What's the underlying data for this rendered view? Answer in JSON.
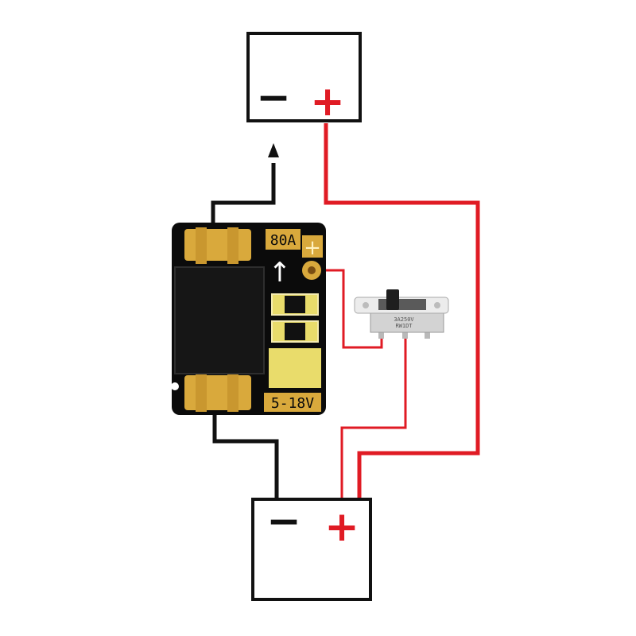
{
  "board": {
    "current_label": "80A",
    "plus_label": "+",
    "voltage_label": "5-18V",
    "arrow_glyph": "↑"
  },
  "switch": {
    "line1": "3A250V",
    "line2": "RW1DT"
  },
  "load": {
    "minus_label": "−",
    "plus_label": "+"
  },
  "battery": {
    "minus_label": "−",
    "plus_label": "+"
  },
  "colors": {
    "wire_negative": "#111111",
    "wire_positive": "#e01b24",
    "pcb_body": "#0b0b0b",
    "pad_gold": "#d9a93c",
    "pad_bright": "#e9dc6b",
    "sign_red": "#e01b24"
  }
}
